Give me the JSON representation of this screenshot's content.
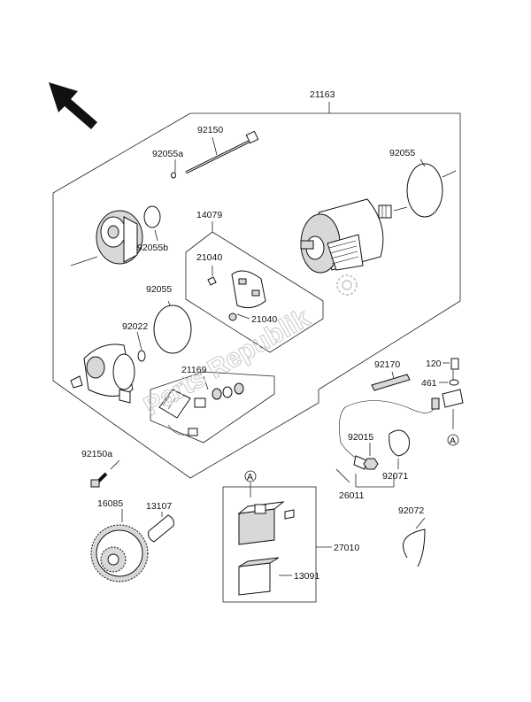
{
  "labels": {
    "p21163": "21163",
    "p92150": "92150",
    "p92055a": "92055a",
    "p92055": "92055",
    "p92055b": "92055b",
    "p14079": "14079",
    "p21040a": "21040",
    "p21040b": "21040",
    "p92055c": "92055",
    "p92022": "92022",
    "p21169": "21169",
    "p92170": "92170",
    "p120": "120",
    "p461": "461",
    "pA1": "A",
    "p92015": "92015",
    "p92071": "92071",
    "p26011": "26011",
    "p92072": "92072",
    "p92150a": "92150a",
    "p16085": "16085",
    "p13107": "13107",
    "pA2": "A",
    "p27010": "27010",
    "p13091": "13091"
  },
  "watermark": "Parts Republik",
  "icons": [
    "direction-arrow-icon",
    "gear-logo-icon"
  ]
}
